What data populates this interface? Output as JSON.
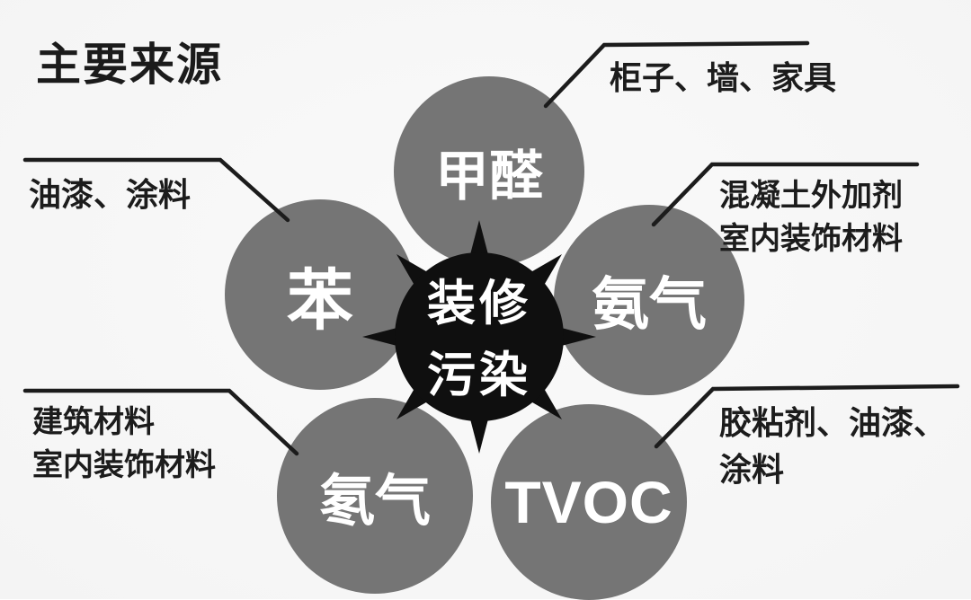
{
  "title": "主要来源",
  "center": {
    "line1": "装修",
    "line2": "污染"
  },
  "circles": {
    "formaldehyde": "甲醛",
    "benzene": "苯",
    "ammonia": "氨气",
    "radon": "氡气",
    "tvoc": "TVOC"
  },
  "callouts": {
    "formaldehyde": {
      "text": "柜子、墙、家具"
    },
    "benzene": {
      "text": "油漆、涂料"
    },
    "ammonia": {
      "line1": "混凝土外加剂",
      "line2": "室内装饰材料"
    },
    "radon": {
      "line1": "建筑材料",
      "line2": "室内装饰材料"
    },
    "tvoc": {
      "text": "胶粘剂、油漆、涂料"
    }
  },
  "colors": {
    "circle_gray": "#757575",
    "center_black": "#0f0f0f",
    "text_dark": "#1c1c1c",
    "label_white": "#ffffff",
    "background": "#f5f5f5"
  }
}
